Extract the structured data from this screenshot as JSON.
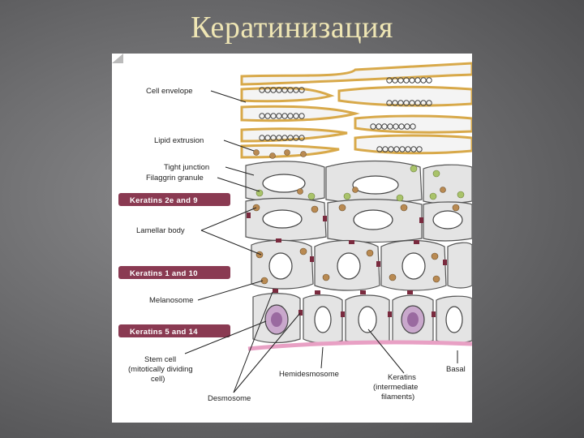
{
  "slide": {
    "title": "Кератинизация"
  },
  "figure": {
    "bands": [
      "Keratins 2e and 9",
      "Keratins 1 and 10",
      "Keratins 5 and 14"
    ],
    "labels": {
      "cell_envelope": "Cell envelope",
      "lipid_extrusion": "Lipid extrusion",
      "tight_junction": "Tight junction",
      "filaggrin_granule": "Filaggrin granule",
      "lamellar_body": "Lamellar body",
      "melanosome": "Melanosome",
      "stem_cell_1": "Stem cell",
      "stem_cell_2": "(mitotically dividing",
      "stem_cell_3": "cell)",
      "desmosome": "Desmosome",
      "hemidesmosome": "Hemidesmosome",
      "keratins_1": "Keratins",
      "keratins_2": "(intermediate",
      "keratins_3": "filaments)",
      "basal": "Basal"
    },
    "colors": {
      "band": "#8a3a52",
      "envelope": "#d8a94a",
      "cell_fill": "#e4e4e4",
      "granule": "#b98a52",
      "filaggrin": "#a9c36a",
      "desmosome": "#7a2a3e",
      "basement": "#e8a0c4",
      "nucleus_stem": "#9a6aa0"
    }
  }
}
